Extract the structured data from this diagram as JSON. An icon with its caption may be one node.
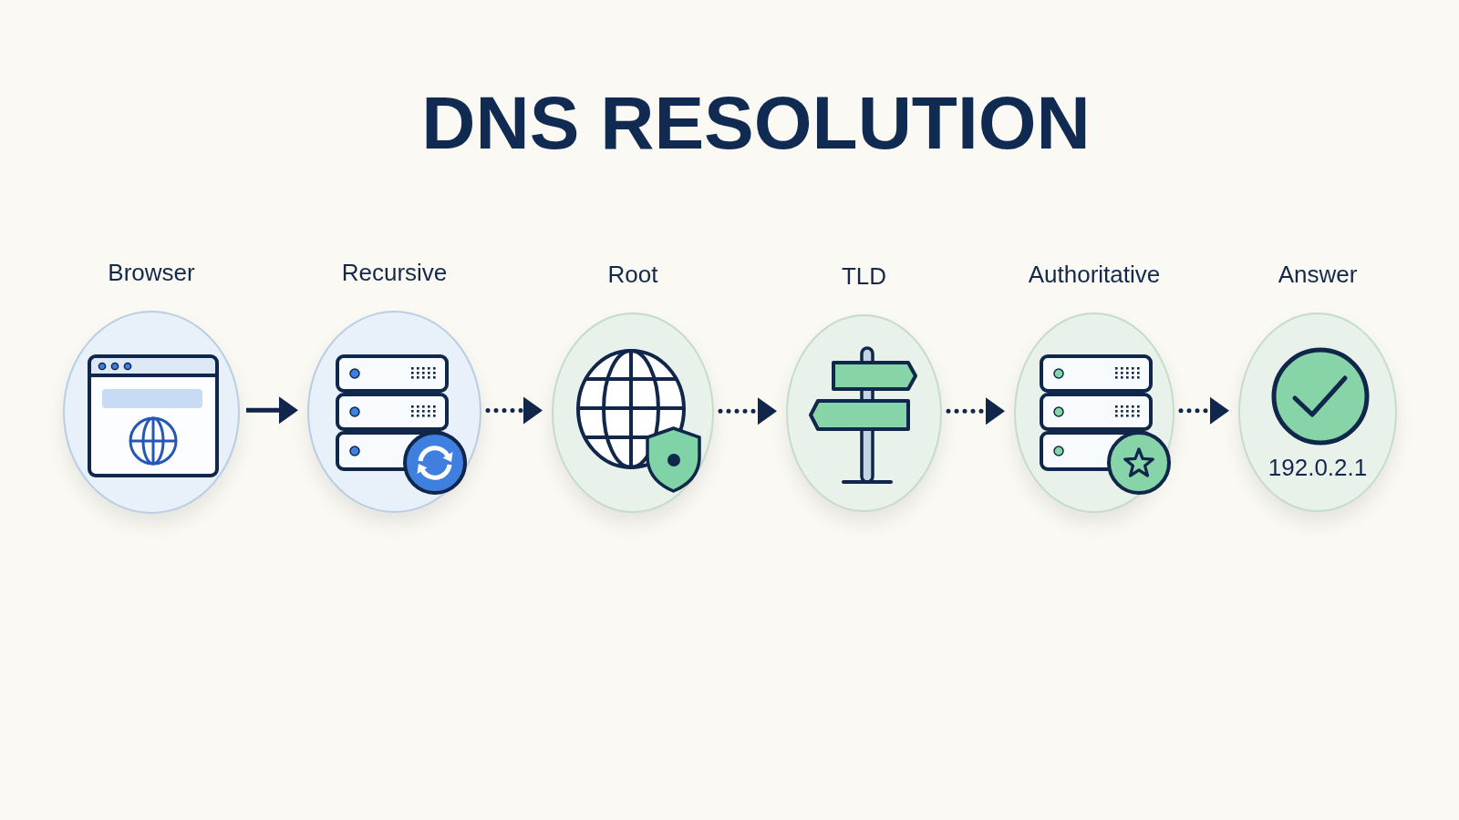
{
  "diagram": {
    "title": "DNS RESOLUTION",
    "nodes": [
      {
        "text": [
          "Browser"
        ]
      },
      {
        "text": [
          "Recursive"
        ]
      },
      {
        "text": [
          "Root"
        ]
      },
      {
        "text": [
          "TLD"
        ]
      },
      {
        "text": [
          "Authoritative"
        ]
      },
      {
        "text": [
          "Answer",
          "192.0.2.1"
        ]
      }
    ],
    "edges": [
      {
        "from": 0,
        "to": 1,
        "arrow": "to"
      },
      {
        "from": 1,
        "to": 2,
        "arrow": "to",
        "style": "dashed"
      },
      {
        "from": 2,
        "to": 3,
        "arrow": "to",
        "style": "dashed"
      },
      {
        "from": 3,
        "to": 4,
        "arrow": "to",
        "style": "dashed"
      },
      {
        "from": 4,
        "to": 5,
        "arrow": "to",
        "style": "dashed"
      }
    ]
  }
}
